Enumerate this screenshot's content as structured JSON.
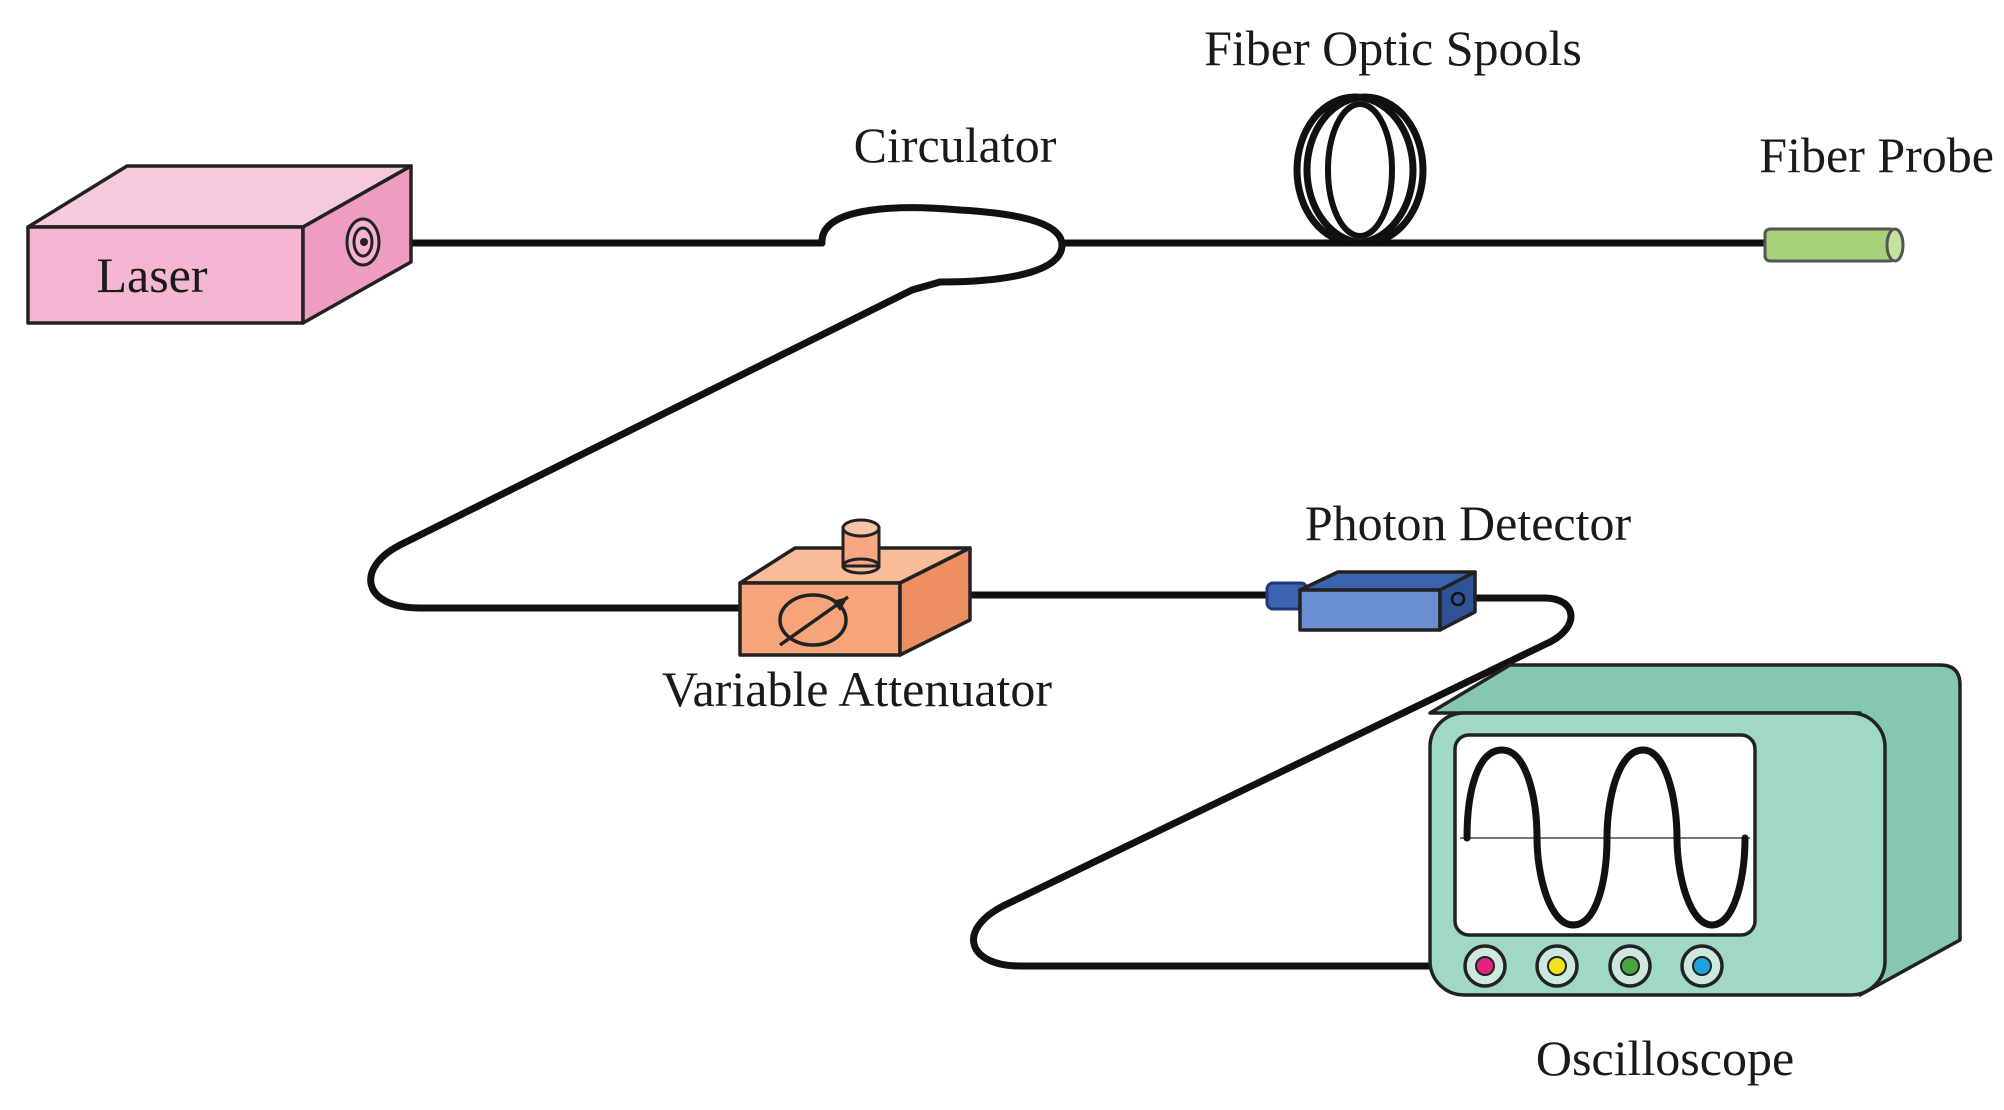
{
  "labels": {
    "laser": "Laser",
    "circulator": "Circulator",
    "fiber_optic_spools": "Fiber Optic Spools",
    "fiber_probe": "Fiber Probe",
    "photon_detector": "Photon Detector",
    "variable_attenuator": "Variable Attenuator",
    "oscilloscope": "Oscilloscope"
  },
  "colors": {
    "laser_front": "#f4b6d2",
    "laser_top": "#f7c9de",
    "laser_side": "#ee9cc2",
    "probe": "#a8d27a",
    "attenuator_front": "#f6a47a",
    "attenuator_top": "#f9bb98",
    "attenuator_side": "#ee8f62",
    "detector_top": "#3a63b0",
    "detector_front": "#6b8fd2",
    "oscilloscope_body": "#9fd8c6",
    "oscilloscope_side": "#86c7b3",
    "knob_magenta": "#e0237f",
    "knob_yellow": "#f4e21c",
    "knob_green": "#4aa642",
    "knob_blue": "#1ba4dd"
  },
  "icons": {
    "oscilloscope_knobs": [
      "magenta-knob-icon",
      "yellow-knob-icon",
      "green-knob-icon",
      "blue-knob-icon"
    ],
    "attenuator_dial": "variable-resistor-icon",
    "oscilloscope_trace": "sine-wave-icon"
  }
}
